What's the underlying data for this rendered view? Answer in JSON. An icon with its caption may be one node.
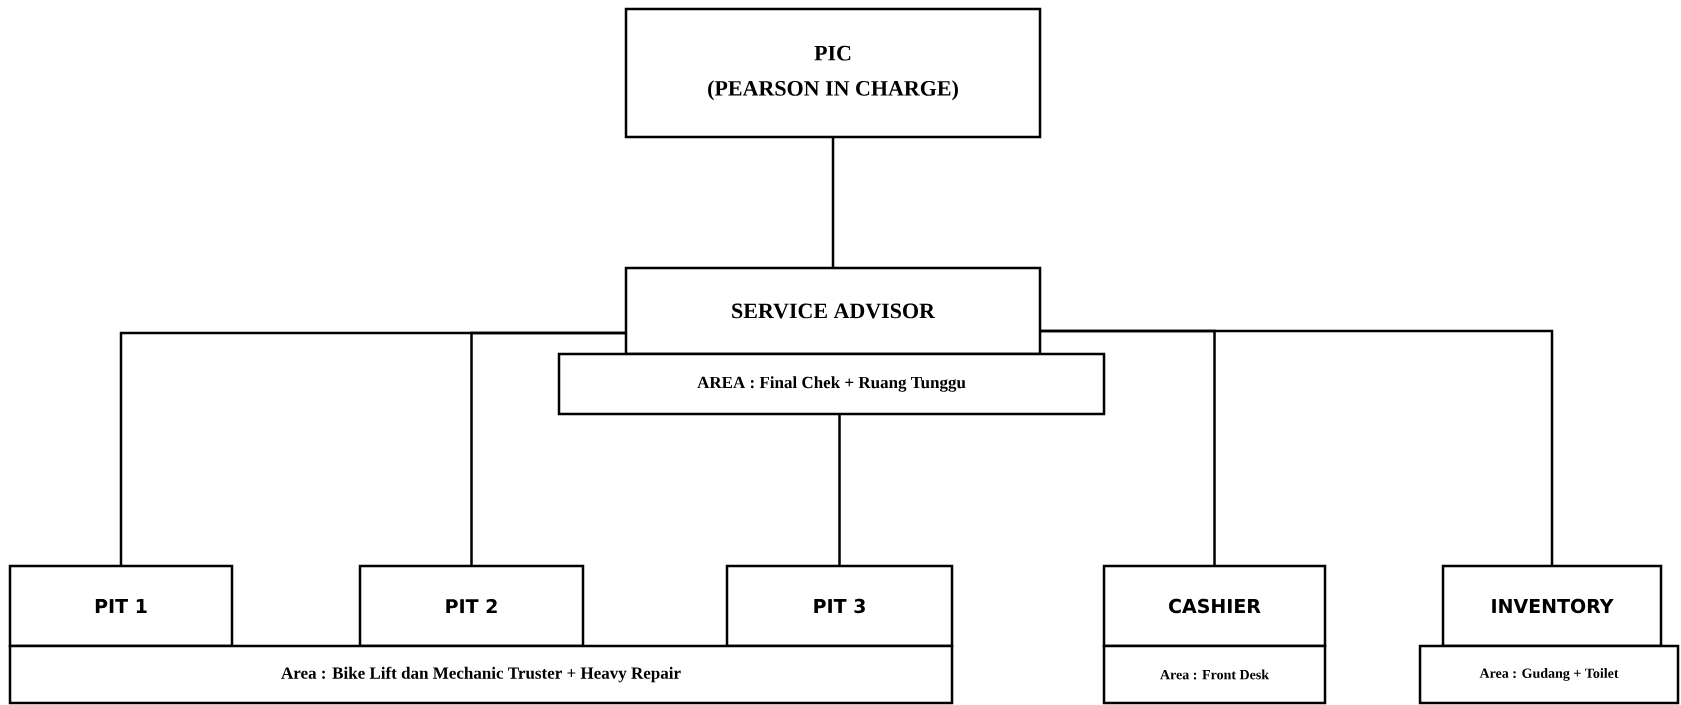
{
  "diagram": {
    "nodes": [
      {
        "text": [
          "PIC",
          "(PEARSON IN CHARGE)"
        ]
      },
      {
        "text": [
          "SERVICE ADVISOR"
        ]
      },
      {
        "text": [
          "AREA : Final Chek + Ruang Tunggu"
        ]
      },
      {
        "text": [
          "PIT 1"
        ]
      },
      {
        "text": [
          "PIT 2"
        ]
      },
      {
        "text": [
          "PIT 3"
        ]
      },
      {
        "text": [
          "Area : Bike Lift dan Mechanic Truster + Heavy Repair"
        ]
      },
      {
        "text": [
          "CASHIER"
        ]
      },
      {
        "text": [
          "Area : Front Desk"
        ]
      },
      {
        "text": [
          "INVENTORY"
        ]
      },
      {
        "text": [
          "Area : Gudang + Toilet"
        ]
      }
    ],
    "edges": [
      {
        "from": 0,
        "to": 1,
        "arrow": "none"
      },
      {
        "from": 1,
        "to": 3,
        "arrow": "none"
      },
      {
        "from": 1,
        "to": 4,
        "arrow": "none"
      },
      {
        "from": 2,
        "to": 5,
        "arrow": "none"
      },
      {
        "from": 1,
        "to": 7,
        "arrow": "none"
      },
      {
        "from": 1,
        "to": 9,
        "arrow": "none"
      }
    ]
  }
}
